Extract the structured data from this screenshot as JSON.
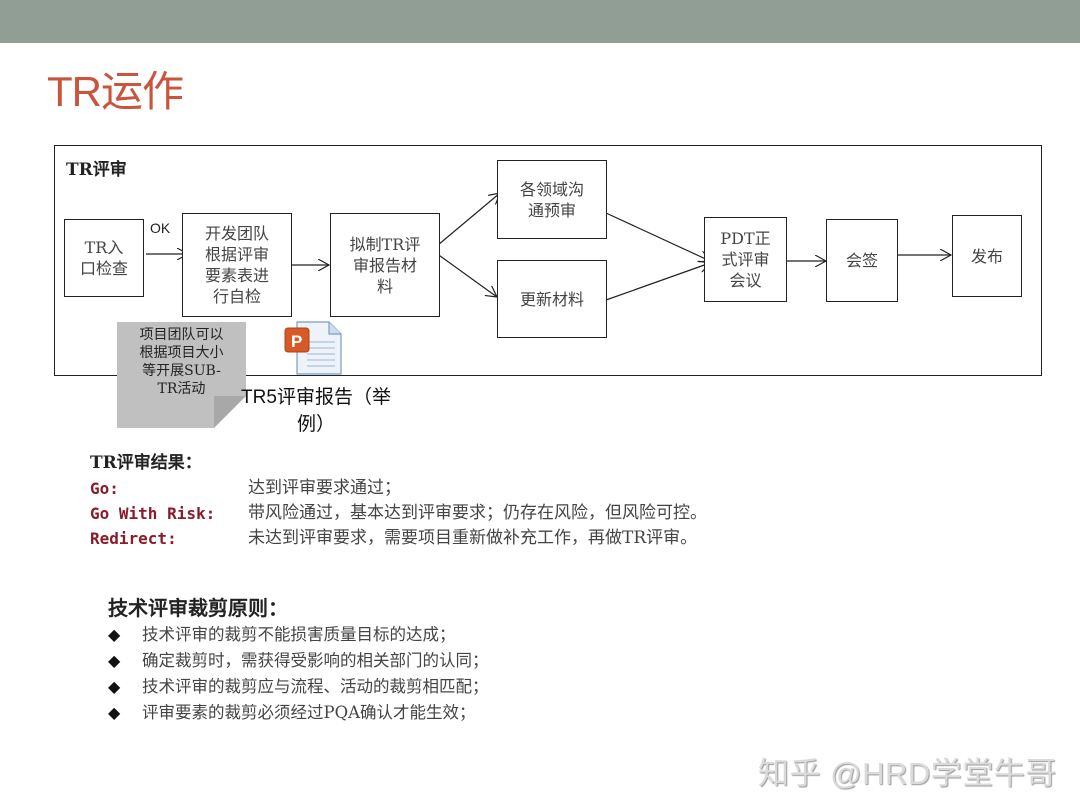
{
  "slide": {
    "title": "TR运作",
    "colors": {
      "topbar": "#909e96",
      "title": "#c9553c",
      "result_key": "#8b1a2b"
    }
  },
  "flow": {
    "label": "TR评审",
    "ok_label": "OK",
    "boxes": [
      {
        "id": "entry-check",
        "text": "TR入\n口检查"
      },
      {
        "id": "self-check",
        "text": "开发团队\n根据评审\n要素表进\n行自检"
      },
      {
        "id": "draft-report",
        "text": "拟制TR评\n审报告材\n料"
      },
      {
        "id": "domain-prereview",
        "text": "各领域沟\n通预审"
      },
      {
        "id": "update-material",
        "text": "更新材料"
      },
      {
        "id": "pdt-review",
        "text": "PDT正\n式评审\n会议"
      },
      {
        "id": "countersign",
        "text": "会签"
      },
      {
        "id": "release",
        "text": "发布"
      }
    ],
    "note": "项目团队可以\n根据项目大小\n等开展SUB-\nTR活动",
    "attachment": {
      "icon": "powerpoint-file-icon",
      "caption": "TR5评审报告（举\n例）"
    }
  },
  "results": {
    "heading": "TR评审结果：",
    "items": [
      {
        "key": "Go:",
        "value": "达到评审要求通过；"
      },
      {
        "key": "Go With Risk:",
        "value": "带风险通过，基本达到评审要求；仍存在风险，但风险可控。"
      },
      {
        "key": "Redirect:",
        "value": "未达到评审要求，需要项目重新做补充工作，再做TR评审。"
      }
    ]
  },
  "principles": {
    "heading": "技术评审裁剪原则：",
    "bullet": "◆",
    "items": [
      "技术评审的裁剪不能损害质量目标的达成；",
      "确定裁剪时，需获得受影响的相关部门的认同；",
      "技术评审的裁剪应与流程、活动的裁剪相匹配；",
      "评审要素的裁剪必须经过PQA确认才能生效；"
    ]
  },
  "watermark": "知乎 @HRD学堂牛哥"
}
